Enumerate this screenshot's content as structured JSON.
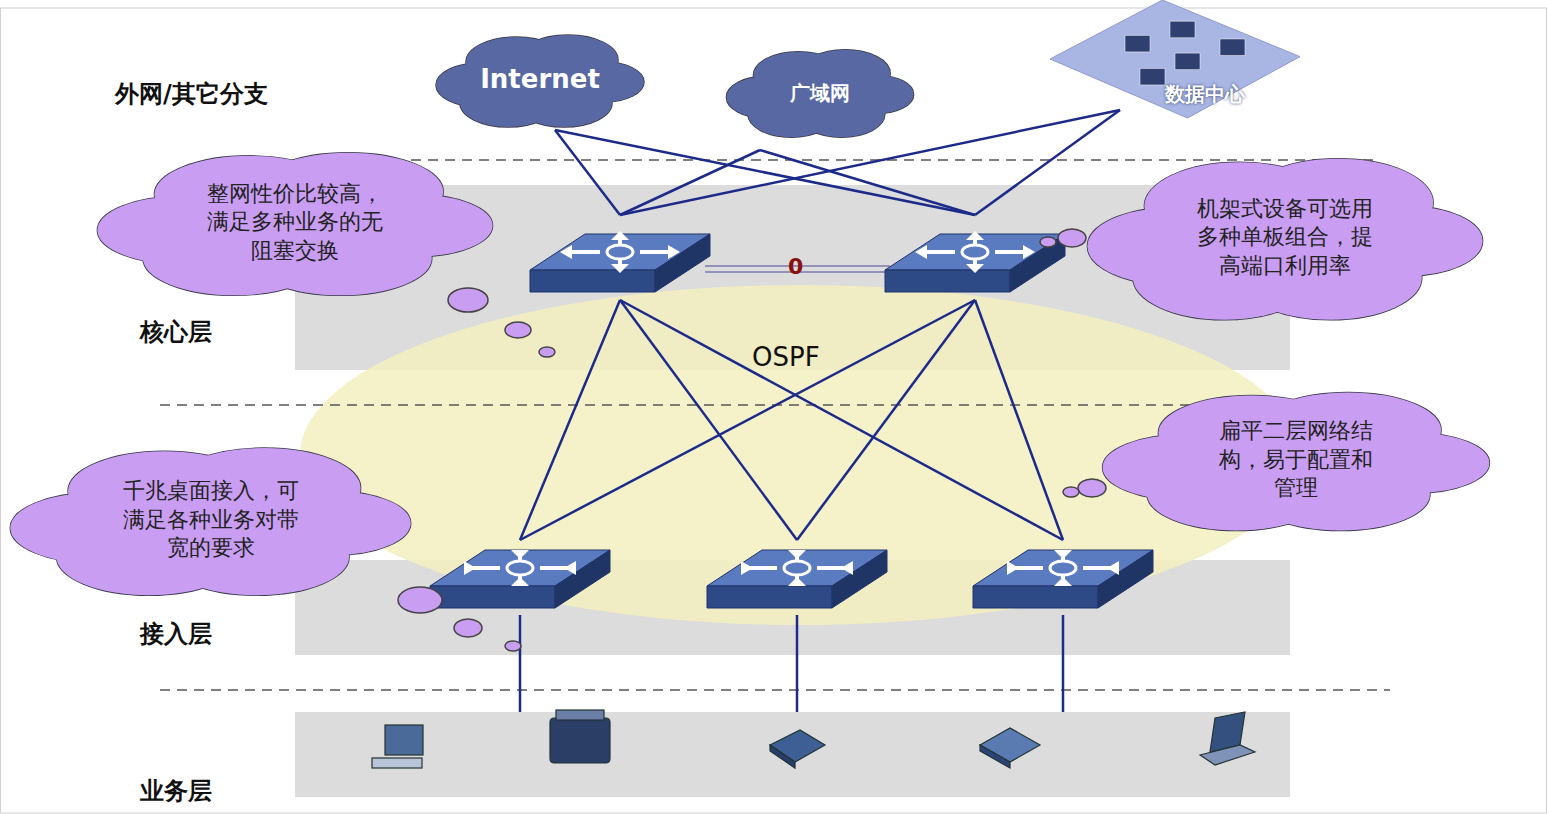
{
  "diagram": {
    "nodes": [
      {
        "text": [
          "Internet"
        ]
      },
      {
        "text": [
          "广域网"
        ]
      },
      {
        "text": [
          "数据中心"
        ]
      },
      {
        "text": [
          "整网性价比较高， 满足多种业务的无 阻塞交换"
        ]
      },
      {
        "text": [
          "机架式设备可选用 多种单板组合，提 高端口利用率"
        ]
      },
      {
        "text": [
          "扁平二层网络结 构，易于配置和 管理"
        ]
      },
      {
        "text": [
          "千兆桌面接入，可 满足各种业务对带 宽的要求"
        ]
      }
    ],
    "labels": [
      "外网/其它分支",
      "核心层",
      "OSPF",
      "0",
      "接入层",
      "业务层"
    ]
  }
}
